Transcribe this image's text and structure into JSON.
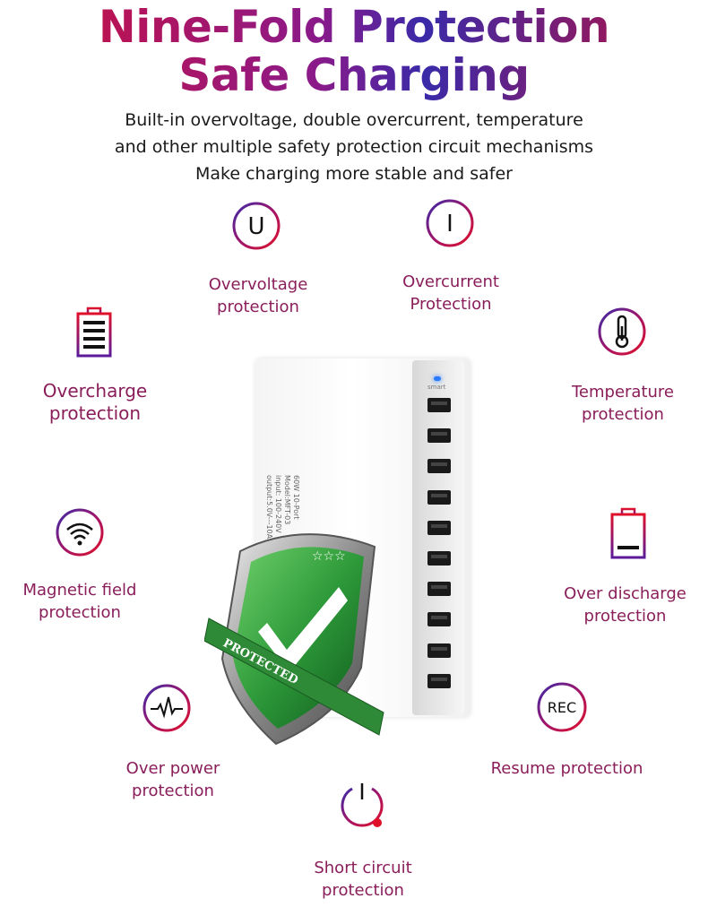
{
  "header": {
    "title_line1": "Nine-Fold Protection",
    "title_line2": "Safe Charging",
    "desc_line1": "Built-in overvoltage, double overcurrent, temperature",
    "desc_line2": "and other multiple safety protection circuit mechanisms",
    "desc_line3": "Make charging more stable and safer"
  },
  "features": {
    "overvoltage": {
      "line1": "Overvoltage",
      "line2": "protection",
      "glyph": "U",
      "icon": "overvoltage-icon"
    },
    "overcurrent": {
      "line1": "Overcurrent",
      "line2": "Protection",
      "glyph": "I",
      "icon": "overcurrent-icon"
    },
    "overcharge": {
      "line1": "Overcharge",
      "line2": "protection",
      "icon": "battery-full-icon"
    },
    "temperature": {
      "line1": "Temperature",
      "line2": "protection",
      "icon": "thermometer-icon"
    },
    "magnetic": {
      "line1": "Magnetic field",
      "line2": "protection",
      "icon": "wifi-icon"
    },
    "overdischarge": {
      "line1": "Over discharge",
      "line2": "protection",
      "icon": "battery-low-icon"
    },
    "overpower": {
      "line1": "Over power",
      "line2": "protection",
      "icon": "pulse-icon"
    },
    "resume": {
      "line1": "Resume protection",
      "glyph": "REC",
      "icon": "rec-icon"
    },
    "shortcircuit": {
      "line1": "Short circuit",
      "line2": "protection",
      "icon": "power-icon"
    }
  },
  "product": {
    "label_smart": "smart",
    "label_model1": "60W 10-Port",
    "label_model2": "Model:MFT-03",
    "label_input": "input: 100-240V",
    "label_output": "output:5.0V---10A",
    "shield_text": "PROTECTED",
    "usb_port_count": 10
  },
  "colors": {
    "accent_red": "#d0103a",
    "accent_purple": "#3a2aa8",
    "feature_text": "#8a1e5a",
    "shield_green": "#2e9a3a"
  }
}
